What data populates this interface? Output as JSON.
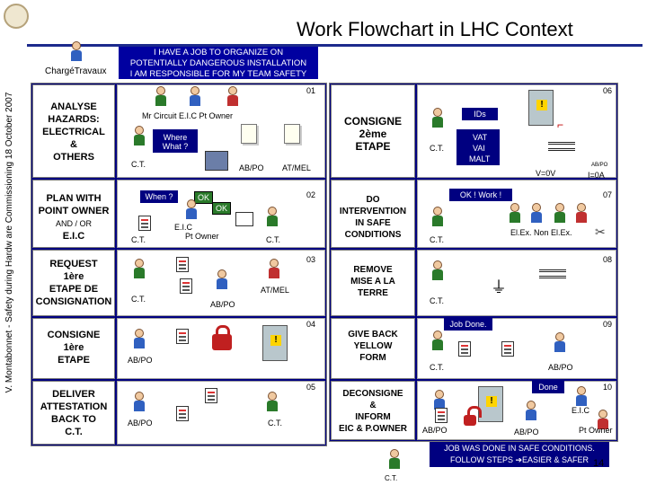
{
  "header": {
    "title": "Work Flowchart in LHC Context",
    "side_text": "V. Montabonnet - Safety during Hardw are Commissioning 18 October 2007",
    "charge_travaux": "ChargéTravaux",
    "banner_lines": [
      "I HAVE A JOB TO ORGANIZE ON",
      "POTENTIALLY DANGEROUS INSTALLATION",
      "I AM RESPONSIBLE FOR MY TEAM SAFETY"
    ]
  },
  "left_steps": [
    {
      "lines": [
        "ANALYSE",
        "HAZARDS:",
        "ELECTRICAL",
        "&",
        "OTHERS"
      ]
    },
    {
      "lines": [
        "PLAN WITH",
        "POINT OWNER"
      ],
      "sub": "AND / OR",
      "extra": "E.I.C"
    },
    {
      "lines": [
        "REQUEST",
        "1ère",
        "ETAPE DE",
        "CONSIGNATION"
      ]
    },
    {
      "lines": [
        "CONSIGNE",
        "1ère",
        "ETAPE"
      ]
    },
    {
      "lines": [
        "DELIVER",
        "ATTESTATION",
        "BACK TO",
        "C.T."
      ]
    }
  ],
  "middle_steps": [
    {
      "lines": [
        "CONSIGNE",
        "2ème",
        "ETAPE"
      ]
    },
    {
      "lines": [
        "DO",
        "INTERVENTION",
        "IN SAFE",
        "CONDITIONS"
      ]
    },
    {
      "lines": [
        "REMOVE",
        "MISE A LA",
        "TERRE"
      ]
    },
    {
      "lines": [
        "GIVE BACK",
        "YELLOW",
        "FORM"
      ]
    },
    {
      "lines": [
        "DECONSIGNE",
        "&",
        "INFORM",
        "EIC & P.OWNER"
      ]
    }
  ],
  "numbers": [
    "01",
    "02",
    "03",
    "04",
    "05",
    "06",
    "07",
    "08",
    "09",
    "10"
  ],
  "panel01": {
    "roles": "Mr Circuit   E.I.C   Pt Owner",
    "where": "Where",
    "what": "What ?",
    "ct": "C.T.",
    "abpo": "AB/PO",
    "atmel": "AT/MEL"
  },
  "panel02": {
    "when": "When ?",
    "ok": "OK",
    "ok2": "OK",
    "eic": "E.I.C",
    "ptowner": "Pt Owner",
    "ct1": "C.T.",
    "ct2": "C.T."
  },
  "panel03": {
    "ct": "C.T.",
    "abpo": "AB/PO",
    "atmel": "AT/MEL"
  },
  "panel04": {
    "abpo": "AB/PO"
  },
  "panel05": {
    "abpo": "AB/PO",
    "ct": "C.T."
  },
  "panel06": {
    "ids": "IDs",
    "ct": "C.T.",
    "vat": "VAT",
    "vai": "VAI",
    "malt": "MALT",
    "v0": "V=0V",
    "i0": "I=0A",
    "abpo_small": "AB/PO"
  },
  "panel07": {
    "okwork": "OK ! Work !",
    "elex": "El.Ex.   Non El.Ex.",
    "ct": "C.T."
  },
  "panel08": {
    "ct": "C.T."
  },
  "panel09": {
    "jobdone": "Job Done.",
    "ct": "C.T.",
    "abpo": "AB/PO"
  },
  "panel10": {
    "done": "Done",
    "eic": "E.I.C",
    "ptowner": "Pt Owner",
    "abpo1": "AB/PO",
    "abpo2": "AB/PO"
  },
  "footer": {
    "note_lines": [
      "JOB WAS DONE IN SAFE CONDITIONS.",
      "FOLLOW STEPS ➔EASIER & SAFER"
    ],
    "page": "14",
    "ct": "C.T."
  }
}
